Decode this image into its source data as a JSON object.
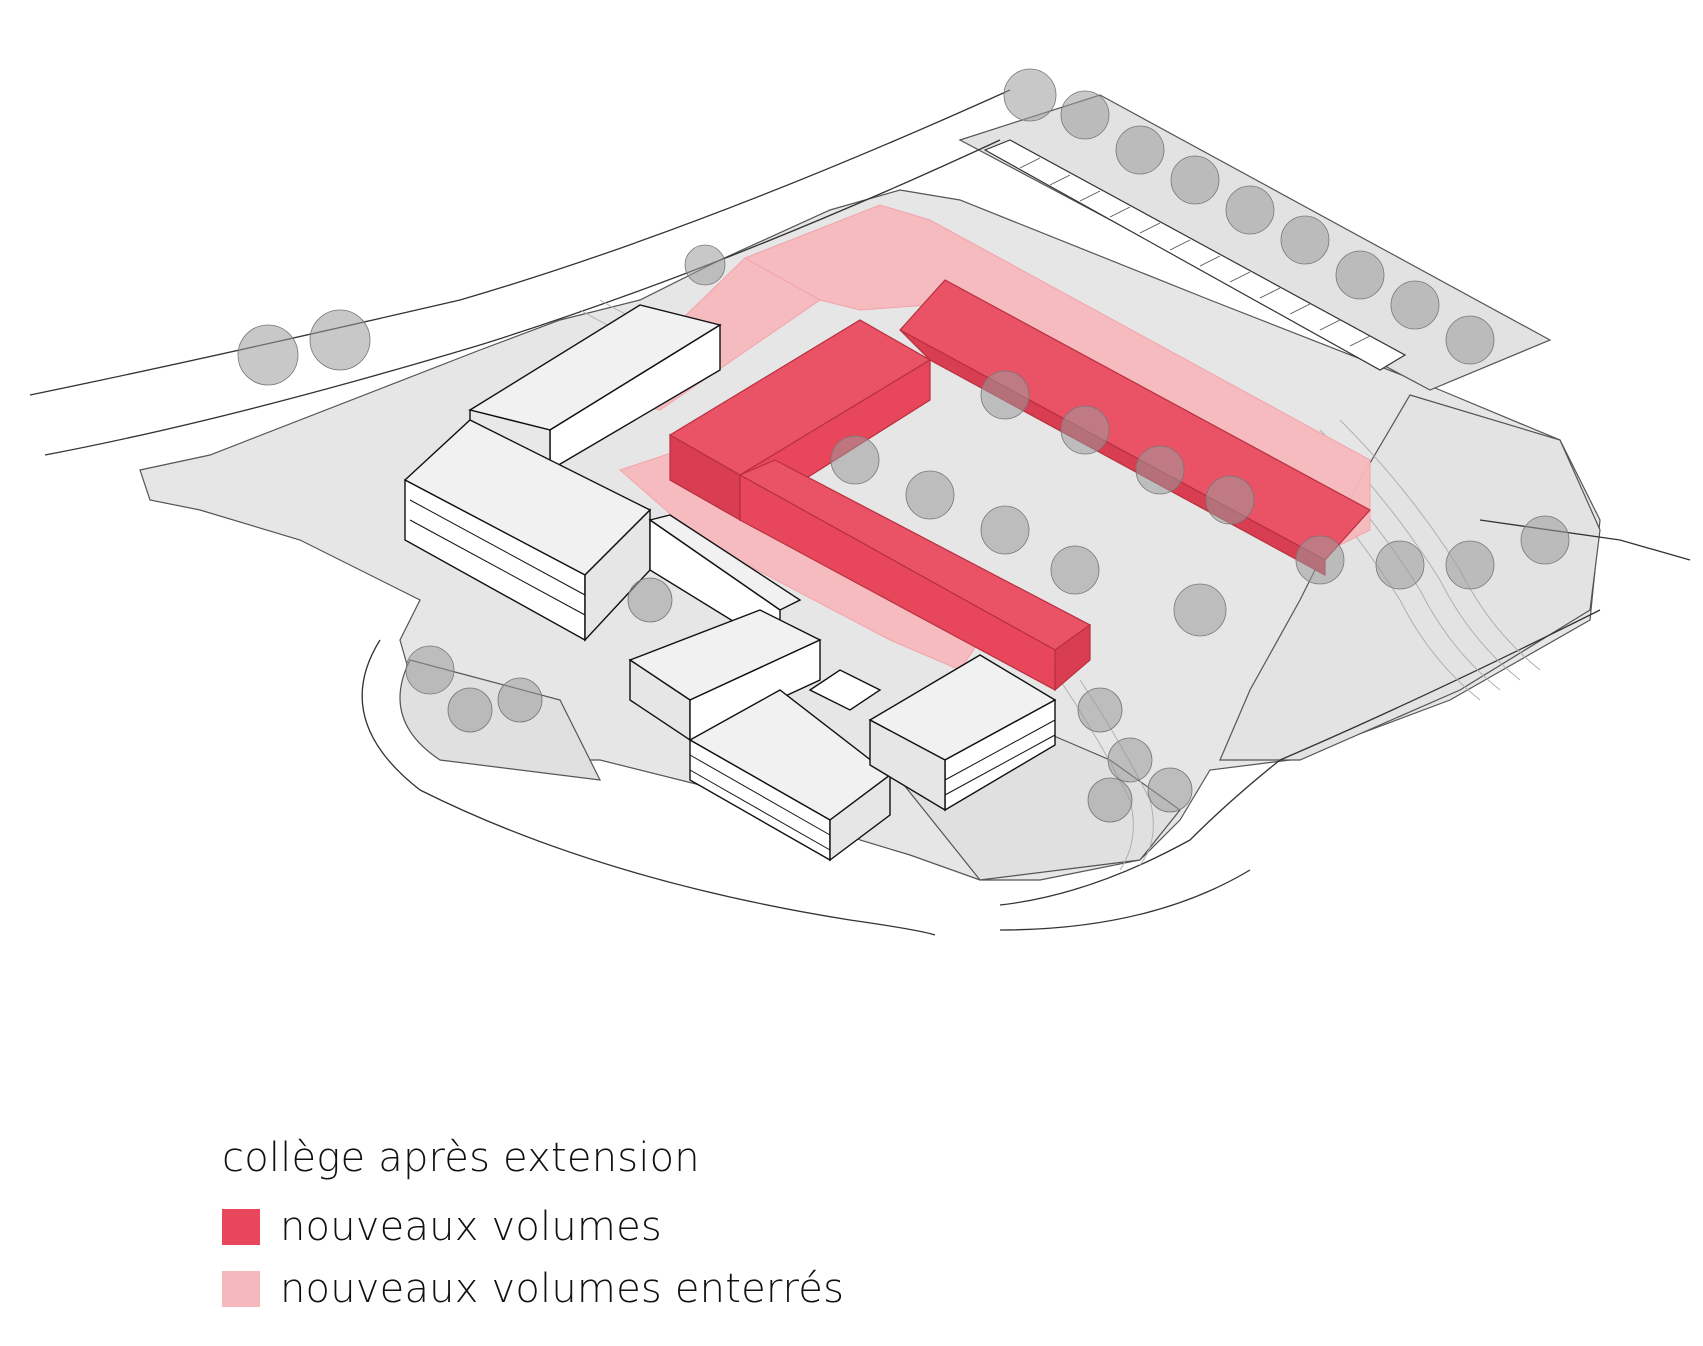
{
  "legend": {
    "title": "collège après extension",
    "items": [
      {
        "label": "nouveaux volumes",
        "color": "#e8475b"
      },
      {
        "label": "nouveaux volumes enterrés",
        "color": "#f5b8bd"
      }
    ]
  },
  "colors": {
    "ground": "#e6e6e6",
    "lines": "#222222",
    "roof": "#f1f1f1",
    "tree": "#9a9a9a"
  }
}
